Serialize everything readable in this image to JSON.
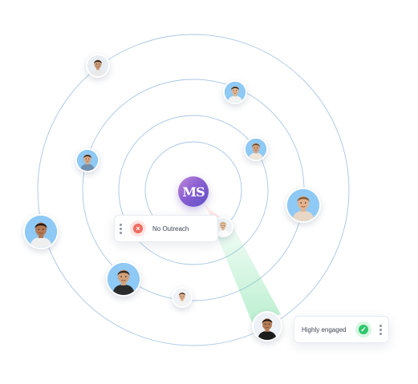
{
  "brand": {
    "logo_text": "MS",
    "logo_gradient": [
      "#c08ad6",
      "#5f4fc7"
    ]
  },
  "orbit_color": "#a9c6e4",
  "beam_color": "#59d98e",
  "no_outreach_card": {
    "label": "No Outreach",
    "status_icon": "close-x-icon",
    "color": "#ef6b61"
  },
  "highly_engaged_card": {
    "label": "Highly engaged",
    "status_icon": "check-icon",
    "color": "#2fc66d"
  },
  "contacts": [
    {
      "name": "contact-avatar-top-left",
      "ring": "#ffffff",
      "skin": "#c99a77",
      "hair": "#2a1d16",
      "shirt": "#e9e9e9",
      "bg": "#e8edf3"
    },
    {
      "name": "contact-avatar-top-right",
      "ring": "#4aa3f0",
      "skin": "#e0b591",
      "hair": "#2e2620",
      "shirt": "#f2f2f2",
      "bg": "#8fc9f5"
    },
    {
      "name": "contact-avatar-left",
      "ring": "#4aa3f0",
      "skin": "#d9a582",
      "hair": "#2b1c14",
      "shirt": "#6f8fae",
      "bg": "#8fc9f5"
    },
    {
      "name": "contact-avatar-mid-right",
      "ring": "#4aa3f0",
      "skin": "#d6a27c",
      "hair": "#6a4428",
      "shirt": "#f0e6da",
      "bg": "#8fc9f5"
    },
    {
      "name": "contact-avatar-right",
      "ring": "#4aa3f0",
      "skin": "#e4b38e",
      "hair": "#8a5a34",
      "shirt": "#e7d7c4",
      "bg": "#8fc9f5"
    },
    {
      "name": "contact-avatar-far-left",
      "ring": "#4aa3f0",
      "skin": "#b47a55",
      "hair": "#2a1a10",
      "shirt": "#efefef",
      "bg": "#8fc9f5"
    },
    {
      "name": "contact-avatar-center",
      "ring": "#ffffff",
      "skin": "#e6bd9a",
      "hair": "#caa577",
      "shirt": "#ffffff",
      "bg": "#eef2f6"
    },
    {
      "name": "contact-avatar-lower-left",
      "ring": "#4aa3f0",
      "skin": "#d2a07a",
      "hair": "#3a2a1e",
      "shirt": "#2b2b2b",
      "bg": "#8fc9f5"
    },
    {
      "name": "contact-avatar-bottom",
      "ring": "#ffffff",
      "skin": "#e0b08c",
      "hair": "#4a3426",
      "shirt": "#f3f3f3",
      "bg": "#eef2f6"
    },
    {
      "name": "contact-avatar-engaged",
      "ring": "#ffffff",
      "skin": "#b37b57",
      "hair": "#1f1510",
      "shirt": "#1c1c1c",
      "bg": "#eef2f6"
    }
  ]
}
